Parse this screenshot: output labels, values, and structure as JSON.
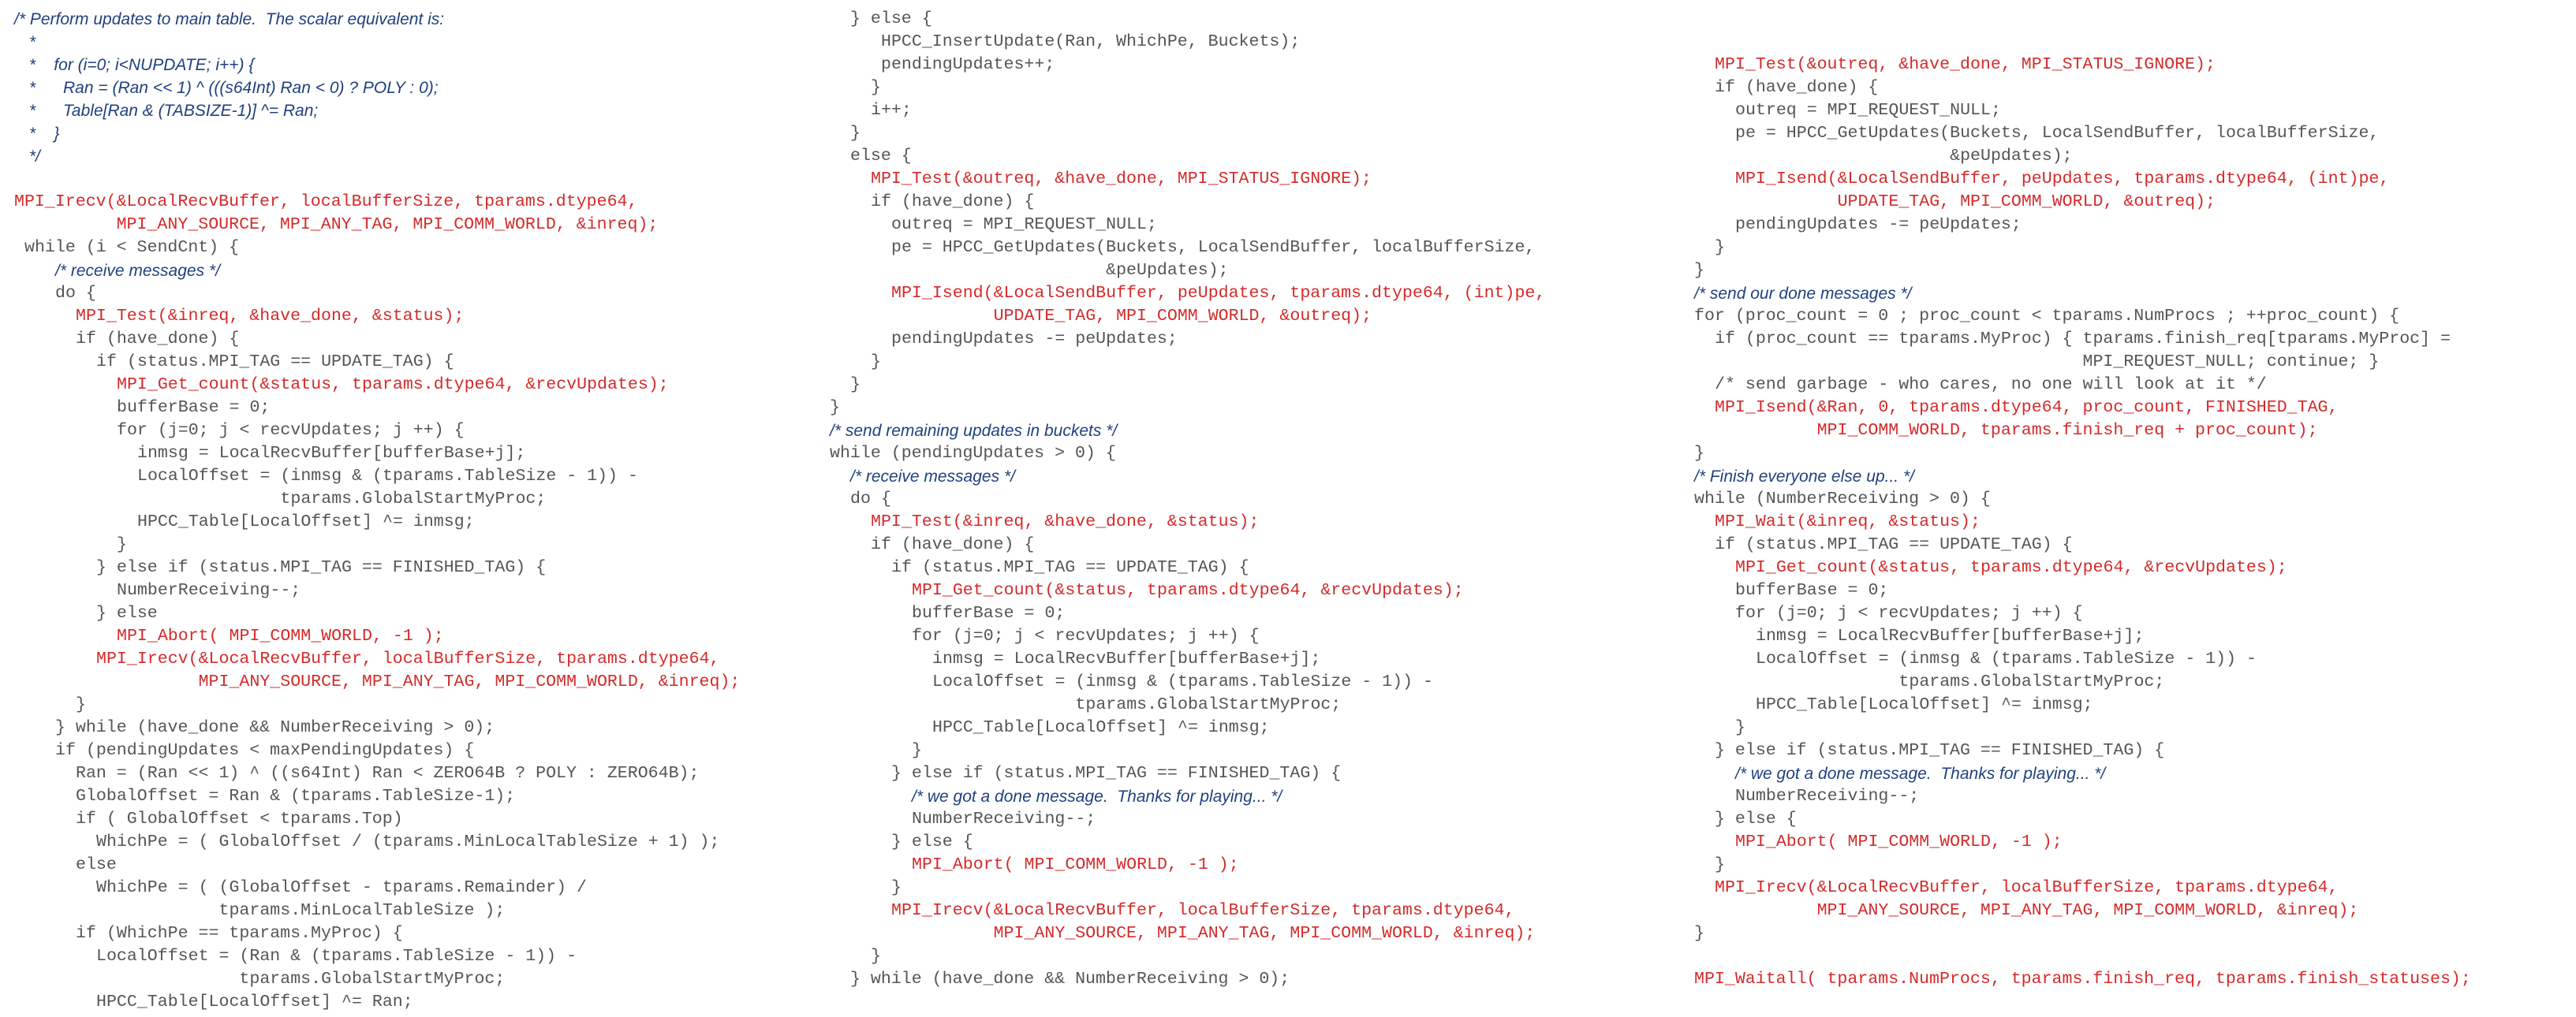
{
  "colors": {
    "plain": "#555555",
    "mpi_call": "#d42a2a",
    "comment": "#20407f"
  },
  "columns": [
    {
      "name": "left",
      "lines": [
        {
          "t": "/* Perform updates to main table.  The scalar equivalent is:",
          "s": "com",
          "i": 0
        },
        {
          "t": " *",
          "s": "com",
          "i": 1
        },
        {
          "t": " *    for (i=0; i<NUPDATE; i++) {",
          "s": "com",
          "i": 1
        },
        {
          "t": " *      Ran = (Ran << 1) ^ (((s64Int) Ran < 0) ? POLY : 0);",
          "s": "com",
          "i": 1
        },
        {
          "t": " *      Table[Ran & (TABSIZE-1)] ^= Ran;",
          "s": "com",
          "i": 1
        },
        {
          "t": " *    }",
          "s": "com",
          "i": 1
        },
        {
          "t": " */",
          "s": "com",
          "i": 1
        },
        {
          "t": "",
          "s": "code",
          "i": 0
        },
        {
          "t": "MPI_Irecv(&LocalRecvBuffer, localBufferSize, tparams.dtype64,",
          "s": "red",
          "i": 0
        },
        {
          "t": "          MPI_ANY_SOURCE, MPI_ANY_TAG, MPI_COMM_WORLD, &inreq);",
          "s": "red",
          "i": 0
        },
        {
          "t": "while (i < SendCnt) {",
          "s": "code",
          "i": 1
        },
        {
          "t": "/* receive messages */",
          "s": "com",
          "i": 4
        },
        {
          "t": "do {",
          "s": "code",
          "i": 4
        },
        {
          "t": "MPI_Test(&inreq, &have_done, &status);",
          "s": "red",
          "i": 6
        },
        {
          "t": "if (have_done) {",
          "s": "code",
          "i": 6
        },
        {
          "t": "if (status.MPI_TAG == UPDATE_TAG) {",
          "s": "code",
          "i": 8
        },
        {
          "t": "MPI_Get_count(&status, tparams.dtype64, &recvUpdates);",
          "s": "red",
          "i": 10
        },
        {
          "t": "bufferBase = 0;",
          "s": "code",
          "i": 10
        },
        {
          "t": "for (j=0; j < recvUpdates; j ++) {",
          "s": "code",
          "i": 10
        },
        {
          "t": "inmsg = LocalRecvBuffer[bufferBase+j];",
          "s": "code",
          "i": 12
        },
        {
          "t": "LocalOffset = (inmsg & (tparams.TableSize - 1)) -",
          "s": "code",
          "i": 12
        },
        {
          "t": "              tparams.GlobalStartMyProc;",
          "s": "code",
          "i": 12
        },
        {
          "t": "HPCC_Table[LocalOffset] ^= inmsg;",
          "s": "code",
          "i": 12
        },
        {
          "t": "}",
          "s": "code",
          "i": 10
        },
        {
          "t": "} else if (status.MPI_TAG == FINISHED_TAG) {",
          "s": "code",
          "i": 8
        },
        {
          "t": "NumberReceiving--;",
          "s": "code",
          "i": 10
        },
        {
          "t": "} else",
          "s": "code",
          "i": 8
        },
        {
          "t": "MPI_Abort( MPI_COMM_WORLD, -1 );",
          "s": "red",
          "i": 10
        },
        {
          "t": "MPI_Irecv(&LocalRecvBuffer, localBufferSize, tparams.dtype64,",
          "s": "red",
          "i": 8
        },
        {
          "t": "          MPI_ANY_SOURCE, MPI_ANY_TAG, MPI_COMM_WORLD, &inreq);",
          "s": "red",
          "i": 8
        },
        {
          "t": "}",
          "s": "code",
          "i": 6
        },
        {
          "t": "} while (have_done && NumberReceiving > 0);",
          "s": "code",
          "i": 4
        },
        {
          "t": "if (pendingUpdates < maxPendingUpdates) {",
          "s": "code",
          "i": 4
        },
        {
          "t": "Ran = (Ran << 1) ^ ((s64Int) Ran < ZERO64B ? POLY : ZERO64B);",
          "s": "code",
          "i": 6
        },
        {
          "t": "GlobalOffset = Ran & (tparams.TableSize-1);",
          "s": "code",
          "i": 6
        },
        {
          "t": "if ( GlobalOffset < tparams.Top)",
          "s": "code",
          "i": 6
        },
        {
          "t": "WhichPe = ( GlobalOffset / (tparams.MinLocalTableSize + 1) );",
          "s": "code",
          "i": 8
        },
        {
          "t": "else",
          "s": "code",
          "i": 6
        },
        {
          "t": "WhichPe = ( (GlobalOffset - tparams.Remainder) /",
          "s": "code",
          "i": 8
        },
        {
          "t": "            tparams.MinLocalTableSize );",
          "s": "code",
          "i": 8
        },
        {
          "t": "if (WhichPe == tparams.MyProc) {",
          "s": "code",
          "i": 6
        },
        {
          "t": "LocalOffset = (Ran & (tparams.TableSize - 1)) -",
          "s": "code",
          "i": 8
        },
        {
          "t": "              tparams.GlobalStartMyProc;",
          "s": "code",
          "i": 8
        },
        {
          "t": "HPCC_Table[LocalOffset] ^= Ran;",
          "s": "code",
          "i": 8
        }
      ]
    },
    {
      "name": "middle",
      "lines": [
        {
          "t": "} else {",
          "s": "code",
          "i": 2
        },
        {
          "t": "HPCC_InsertUpdate(Ran, WhichPe, Buckets);",
          "s": "code",
          "i": 5
        },
        {
          "t": "pendingUpdates++;",
          "s": "code",
          "i": 5
        },
        {
          "t": "}",
          "s": "code",
          "i": 4
        },
        {
          "t": "i++;",
          "s": "code",
          "i": 4
        },
        {
          "t": "}",
          "s": "code",
          "i": 2
        },
        {
          "t": "else {",
          "s": "code",
          "i": 2
        },
        {
          "t": "MPI_Test(&outreq, &have_done, MPI_STATUS_IGNORE);",
          "s": "red",
          "i": 4
        },
        {
          "t": "if (have_done) {",
          "s": "code",
          "i": 4
        },
        {
          "t": "outreq = MPI_REQUEST_NULL;",
          "s": "code",
          "i": 6
        },
        {
          "t": "pe = HPCC_GetUpdates(Buckets, LocalSendBuffer, localBufferSize,",
          "s": "code",
          "i": 6
        },
        {
          "t": "                     &peUpdates);",
          "s": "code",
          "i": 6
        },
        {
          "t": "MPI_Isend(&LocalSendBuffer, peUpdates, tparams.dtype64, (int)pe,",
          "s": "red",
          "i": 6
        },
        {
          "t": "          UPDATE_TAG, MPI_COMM_WORLD, &outreq);",
          "s": "red",
          "i": 6
        },
        {
          "t": "pendingUpdates -= peUpdates;",
          "s": "code",
          "i": 6
        },
        {
          "t": "}",
          "s": "code",
          "i": 4
        },
        {
          "t": "}",
          "s": "code",
          "i": 2
        },
        {
          "t": "}",
          "s": "code",
          "i": 0
        },
        {
          "t": "/* send remaining updates in buckets */",
          "s": "com",
          "i": 0
        },
        {
          "t": "while (pendingUpdates > 0) {",
          "s": "code",
          "i": 0
        },
        {
          "t": "/* receive messages */",
          "s": "com",
          "i": 2
        },
        {
          "t": "do {",
          "s": "code",
          "i": 2
        },
        {
          "t": "MPI_Test(&inreq, &have_done, &status);",
          "s": "red",
          "i": 4
        },
        {
          "t": "if (have_done) {",
          "s": "code",
          "i": 4
        },
        {
          "t": "if (status.MPI_TAG == UPDATE_TAG) {",
          "s": "code",
          "i": 6
        },
        {
          "t": "MPI_Get_count(&status, tparams.dtype64, &recvUpdates);",
          "s": "red",
          "i": 8
        },
        {
          "t": "bufferBase = 0;",
          "s": "code",
          "i": 8
        },
        {
          "t": "for (j=0; j < recvUpdates; j ++) {",
          "s": "code",
          "i": 8
        },
        {
          "t": "inmsg = LocalRecvBuffer[bufferBase+j];",
          "s": "code",
          "i": 10
        },
        {
          "t": "LocalOffset = (inmsg & (tparams.TableSize - 1)) -",
          "s": "code",
          "i": 10
        },
        {
          "t": "              tparams.GlobalStartMyProc;",
          "s": "code",
          "i": 10
        },
        {
          "t": "HPCC_Table[LocalOffset] ^= inmsg;",
          "s": "code",
          "i": 10
        },
        {
          "t": "}",
          "s": "code",
          "i": 8
        },
        {
          "t": "} else if (status.MPI_TAG == FINISHED_TAG) {",
          "s": "code",
          "i": 6
        },
        {
          "t": "/* we got a done message.  Thanks for playing... */",
          "s": "com",
          "i": 8
        },
        {
          "t": "NumberReceiving--;",
          "s": "code",
          "i": 8
        },
        {
          "t": "} else {",
          "s": "code",
          "i": 6
        },
        {
          "t": "MPI_Abort( MPI_COMM_WORLD, -1 );",
          "s": "red",
          "i": 8
        },
        {
          "t": "}",
          "s": "code",
          "i": 6
        },
        {
          "t": "MPI_Irecv(&LocalRecvBuffer, localBufferSize, tparams.dtype64,",
          "s": "red",
          "i": 6
        },
        {
          "t": "          MPI_ANY_SOURCE, MPI_ANY_TAG, MPI_COMM_WORLD, &inreq);",
          "s": "red",
          "i": 6
        },
        {
          "t": "}",
          "s": "code",
          "i": 4
        },
        {
          "t": "} while (have_done && NumberReceiving > 0);",
          "s": "code",
          "i": 2
        }
      ]
    },
    {
      "name": "right",
      "lines": [
        {
          "t": "",
          "s": "code",
          "i": 0
        },
        {
          "t": "",
          "s": "code",
          "i": 0
        },
        {
          "t": "MPI_Test(&outreq, &have_done, MPI_STATUS_IGNORE);",
          "s": "red",
          "i": 2
        },
        {
          "t": "if (have_done) {",
          "s": "code",
          "i": 2
        },
        {
          "t": "outreq = MPI_REQUEST_NULL;",
          "s": "code",
          "i": 4
        },
        {
          "t": "pe = HPCC_GetUpdates(Buckets, LocalSendBuffer, localBufferSize,",
          "s": "code",
          "i": 4
        },
        {
          "t": "                     &peUpdates);",
          "s": "code",
          "i": 4
        },
        {
          "t": "MPI_Isend(&LocalSendBuffer, peUpdates, tparams.dtype64, (int)pe,",
          "s": "red",
          "i": 4
        },
        {
          "t": "          UPDATE_TAG, MPI_COMM_WORLD, &outreq);",
          "s": "red",
          "i": 4
        },
        {
          "t": "pendingUpdates -= peUpdates;",
          "s": "code",
          "i": 4
        },
        {
          "t": "}",
          "s": "code",
          "i": 2
        },
        {
          "t": "}",
          "s": "code",
          "i": 0
        },
        {
          "t": "/* send our done messages */",
          "s": "com",
          "i": 0
        },
        {
          "t": "for (proc_count = 0 ; proc_count < tparams.NumProcs ; ++proc_count) {",
          "s": "code",
          "i": 0
        },
        {
          "t": "if (proc_count == tparams.MyProc) { tparams.finish_req[tparams.MyProc] =",
          "s": "code",
          "i": 2
        },
        {
          "t": "                                    MPI_REQUEST_NULL; continue; }",
          "s": "code",
          "i": 2
        },
        {
          "t": "/* send garbage - who cares, no one will look at it */",
          "s": "code",
          "i": 2
        },
        {
          "t": "MPI_Isend(&Ran, 0, tparams.dtype64, proc_count, FINISHED_TAG,",
          "s": "red",
          "i": 2
        },
        {
          "t": "          MPI_COMM_WORLD, tparams.finish_req + proc_count);",
          "s": "red",
          "i": 2
        },
        {
          "t": "}",
          "s": "code",
          "i": 0
        },
        {
          "t": "/* Finish everyone else up... */",
          "s": "com",
          "i": 0
        },
        {
          "t": "while (NumberReceiving > 0) {",
          "s": "code",
          "i": 0
        },
        {
          "t": "MPI_Wait(&inreq, &status);",
          "s": "red",
          "i": 2
        },
        {
          "t": "if (status.MPI_TAG == UPDATE_TAG) {",
          "s": "code",
          "i": 2
        },
        {
          "t": "MPI_Get_count(&status, tparams.dtype64, &recvUpdates);",
          "s": "red",
          "i": 4
        },
        {
          "t": "bufferBase = 0;",
          "s": "code",
          "i": 4
        },
        {
          "t": "for (j=0; j < recvUpdates; j ++) {",
          "s": "code",
          "i": 4
        },
        {
          "t": "inmsg = LocalRecvBuffer[bufferBase+j];",
          "s": "code",
          "i": 6
        },
        {
          "t": "LocalOffset = (inmsg & (tparams.TableSize - 1)) -",
          "s": "code",
          "i": 6
        },
        {
          "t": "              tparams.GlobalStartMyProc;",
          "s": "code",
          "i": 6
        },
        {
          "t": "HPCC_Table[LocalOffset] ^= inmsg;",
          "s": "code",
          "i": 6
        },
        {
          "t": "}",
          "s": "code",
          "i": 4
        },
        {
          "t": "} else if (status.MPI_TAG == FINISHED_TAG) {",
          "s": "code",
          "i": 2
        },
        {
          "t": "/* we got a done message.  Thanks for playing... */",
          "s": "com",
          "i": 4
        },
        {
          "t": "NumberReceiving--;",
          "s": "code",
          "i": 4
        },
        {
          "t": "} else {",
          "s": "code",
          "i": 2
        },
        {
          "t": "MPI_Abort( MPI_COMM_WORLD, -1 );",
          "s": "red",
          "i": 4
        },
        {
          "t": "}",
          "s": "code",
          "i": 2
        },
        {
          "t": "MPI_Irecv(&LocalRecvBuffer, localBufferSize, tparams.dtype64,",
          "s": "red",
          "i": 2
        },
        {
          "t": "          MPI_ANY_SOURCE, MPI_ANY_TAG, MPI_COMM_WORLD, &inreq);",
          "s": "red",
          "i": 2
        },
        {
          "t": "}",
          "s": "code",
          "i": 0
        },
        {
          "t": "",
          "s": "code",
          "i": 0
        },
        {
          "t": "MPI_Waitall( tparams.NumProcs, tparams.finish_req, tparams.finish_statuses);",
          "s": "red",
          "i": 0
        }
      ]
    }
  ]
}
